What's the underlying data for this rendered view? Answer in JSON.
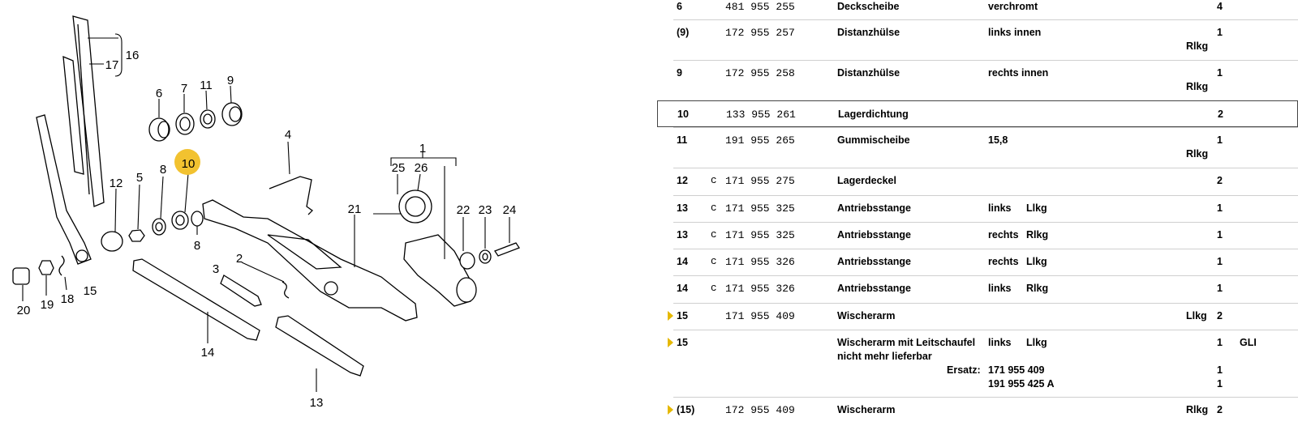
{
  "diagram": {
    "callouts": [
      "1",
      "2",
      "3",
      "4",
      "5",
      "6",
      "7",
      "8",
      "8",
      "9",
      "10",
      "11",
      "12",
      "13",
      "14",
      "15",
      "16",
      "17",
      "18",
      "19",
      "20",
      "21",
      "22",
      "23",
      "24",
      "25",
      "26"
    ],
    "highlight_color": "#f2c230"
  },
  "table": {
    "rows": [
      {
        "pos": "6",
        "part": "481 955 255",
        "desc": "Deckscheibe",
        "rem": "verchromt",
        "qty": "4",
        "partial": true
      },
      {
        "pos": "(9)",
        "part": "172 955 257",
        "desc": "Distanzhülse",
        "rem": "links innen",
        "qty": "1",
        "cat": "Rlkg"
      },
      {
        "pos": "9",
        "part": "172 955 258",
        "desc": "Distanzhülse",
        "rem": "rechts innen",
        "qty": "1",
        "cat": "Rlkg"
      },
      {
        "pos": "10",
        "part": "133 955 261",
        "desc": "Lagerdichtung",
        "qty": "2",
        "selected": true
      },
      {
        "pos": "11",
        "part": "191 955 265",
        "desc": "Gummischeibe",
        "rem": "15,8",
        "qty": "1",
        "cat": "Rlkg"
      },
      {
        "pos": "12",
        "mk": "c",
        "part": "171 955 275",
        "desc": "Lagerdeckel",
        "qty": "2"
      },
      {
        "pos": "13",
        "mk": "c",
        "part": "171 955 325",
        "desc": "Antriebsstange",
        "rem": "links",
        "rem2": "Llkg",
        "qty": "1"
      },
      {
        "pos": "13",
        "mk": "c",
        "part": "171 955 325",
        "desc": "Antriebsstange",
        "rem": "rechts",
        "rem2": "Rlkg",
        "qty": "1"
      },
      {
        "pos": "14",
        "mk": "c",
        "part": "171 955 326",
        "desc": "Antriebsstange",
        "rem": "rechts",
        "rem2": "Llkg",
        "qty": "1"
      },
      {
        "pos": "14",
        "mk": "c",
        "part": "171 955 326",
        "desc": "Antriebsstange",
        "rem": "links",
        "rem2": "Rlkg",
        "qty": "1"
      },
      {
        "pos": "15",
        "part": "171 955 409",
        "desc": "Wischerarm",
        "cat": "Llkg",
        "qty": "2",
        "marker": true
      },
      {
        "pos": "15",
        "desc": "Wischerarm mit Leitschaufel",
        "desc2": "nicht mehr lieferbar",
        "rem": "links",
        "rem2": "Llkg",
        "qty": "1",
        "extra": "GLI",
        "marker": true,
        "ersatz_label": "Ersatz:",
        "ersatz": [
          {
            "part": "171 955 409",
            "qty": "1"
          },
          {
            "part": "191 955 425 A",
            "qty": "1"
          }
        ]
      },
      {
        "pos": "(15)",
        "part": "172 955 409",
        "desc": "Wischerarm",
        "cat": "Rlkg",
        "qty": "2",
        "marker": true
      }
    ]
  }
}
